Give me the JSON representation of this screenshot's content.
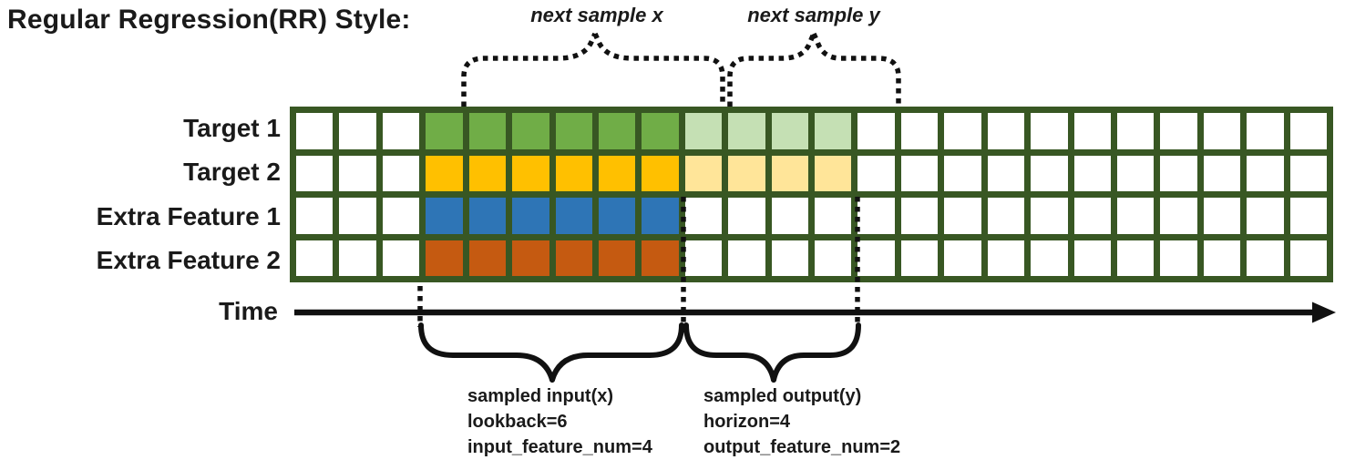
{
  "title": "Regular Regression(RR) Style:",
  "grid": {
    "total_cols": 24,
    "lead_cols": 3,
    "input_cols": 6,
    "output_cols": 4,
    "border_color": "#385723",
    "rows": [
      {
        "label": "Target 1",
        "input_color": "#70AD47",
        "output_color": "#C5E0B4"
      },
      {
        "label": "Target 2",
        "input_color": "#FFC000",
        "output_color": "#FFE599"
      },
      {
        "label": "Extra Feature 1",
        "input_color": "#2E75B6",
        "output_color": null
      },
      {
        "label": "Extra Feature 2",
        "input_color": "#C55A11",
        "output_color": null
      }
    ]
  },
  "annotations": {
    "next_sample_x": "next sample x",
    "next_sample_y": "next sample y",
    "time_label": "Time",
    "input_block": {
      "line1": "sampled input(x)",
      "line2": "lookback=6",
      "line3": "input_feature_num=4"
    },
    "output_block": {
      "line1": "sampled output(y)",
      "line2": "horizon=4",
      "line3": "output_feature_num=2"
    }
  },
  "colors": {
    "text": "#1a1a1a",
    "brace": "#111111",
    "grid_border": "#385723",
    "background": "#ffffff"
  }
}
